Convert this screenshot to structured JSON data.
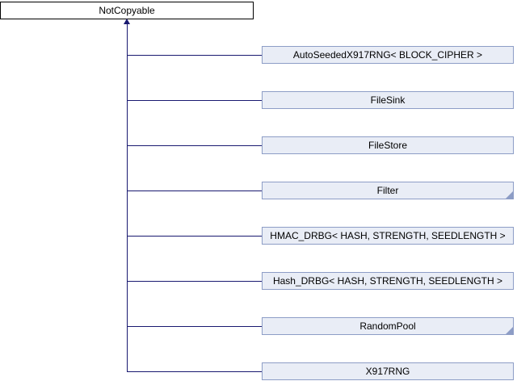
{
  "diagram": {
    "type": "class-inheritance-graph",
    "base": {
      "label": "NotCopyable"
    },
    "derived": [
      {
        "label": "AutoSeededX917RNG< BLOCK_CIPHER >",
        "truncated": false
      },
      {
        "label": "FileSink",
        "truncated": false
      },
      {
        "label": "FileStore",
        "truncated": false
      },
      {
        "label": "Filter",
        "truncated": true
      },
      {
        "label": "HMAC_DRBG< HASH, STRENGTH, SEEDLENGTH >",
        "truncated": false
      },
      {
        "label": "Hash_DRBG< HASH, STRENGTH, SEEDLENGTH >",
        "truncated": false
      },
      {
        "label": "RandomPool",
        "truncated": true
      },
      {
        "label": "X917RNG",
        "truncated": false
      }
    ]
  },
  "colors": {
    "edge": "#191970",
    "node-border": "#8d9dc6",
    "node-fill": "#e9edf6",
    "focal-border": "#000000",
    "focal-fill": "#ffffff",
    "text": "#000000",
    "bg": "#ffffff"
  }
}
